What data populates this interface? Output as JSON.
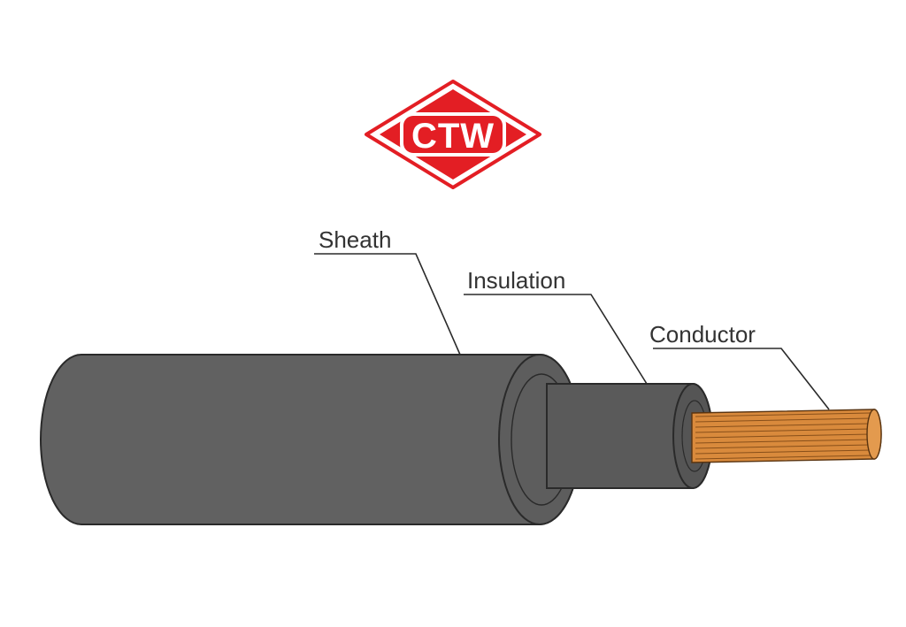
{
  "logo": {
    "text": "CTW",
    "color": "#e31e24"
  },
  "labels": {
    "sheath": "Sheath",
    "insulation": "Insulation",
    "conductor": "Conductor"
  },
  "colors": {
    "sheath": "#616161",
    "insulation": "#5a5a5a",
    "conductor": "#d98a3c",
    "outline": "#2a2a2a"
  }
}
